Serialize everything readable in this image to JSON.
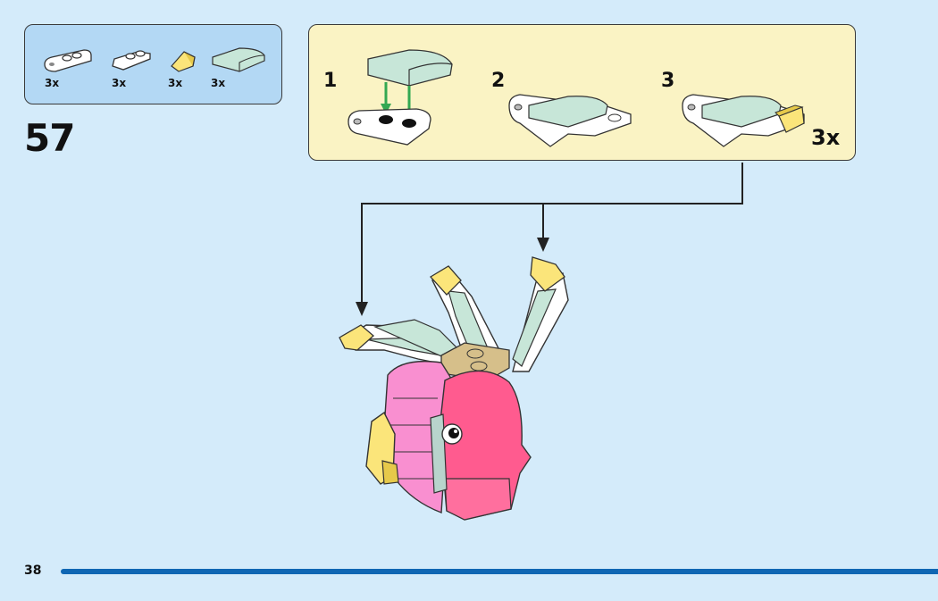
{
  "parts_list": {
    "items": [
      {
        "name": "plate-clip-1x2",
        "color": "#ffffff",
        "quantity": "3x"
      },
      {
        "name": "plate-modified-1x2",
        "color": "#ffffff",
        "quantity": "3x"
      },
      {
        "name": "slope-1x1-cheese",
        "color": "#fbe57a",
        "quantity": "3x"
      },
      {
        "name": "slope-curved-2x1",
        "color": "#c7e6d8",
        "quantity": "3x"
      }
    ]
  },
  "step": {
    "number": "57"
  },
  "sub_steps": {
    "items": [
      {
        "number": "1"
      },
      {
        "number": "2"
      },
      {
        "number": "3"
      }
    ],
    "multiplier": "3x"
  },
  "colors": {
    "background": "#d4ebfa",
    "parts_box": "#b3d8f4",
    "sub_box": "#faf3c4",
    "page_rule": "#0f66b3",
    "arrow_green": "#33a852",
    "pink_dark": "#ff5b8f",
    "pink_light": "#f98fd0",
    "yellow": "#fbe57a",
    "mint": "#c7e6d8",
    "tan": "#d6bf8a"
  },
  "footer": {
    "page_number": "38"
  }
}
